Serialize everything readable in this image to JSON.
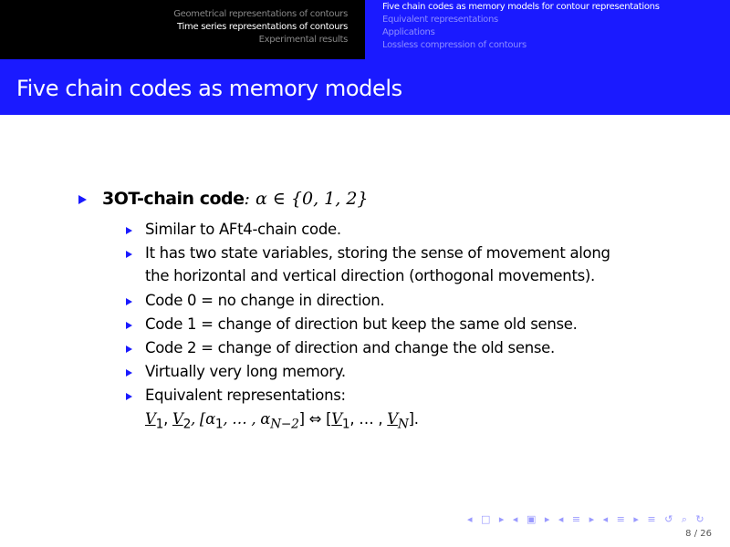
{
  "header": {
    "sections": [
      "Geometrical representations of contours",
      "Time series representations of contours",
      "Experimental results"
    ],
    "subsections": [
      "Five chain codes as memory models for contour representations",
      "Equivalent representations",
      "Applications",
      "Lossless compression of contours"
    ]
  },
  "title": "Five chain codes as memory models",
  "main": {
    "bullet_bold": "3OT-chain code",
    "bullet_math": ": α ∈ {0, 1, 2}",
    "items": [
      "Similar to AFt4-chain code.",
      "It has two state variables, storing the sense of movement along",
      "the horizontal and vertical direction (orthogonal movements).",
      "Code 0 = no change in direction.",
      "Code 1 = change of direction but keep the same old sense.",
      "Code 2 = change of direction and change the old sense.",
      "Virtually very long memory.",
      "Equivalent representations:"
    ],
    "equation": {
      "v1": "V",
      "s1": "1",
      "v2": "V",
      "s2": "2",
      "mid": ", [α",
      "a1": "1",
      ",…, α": ", … , α",
      "aN": "N−2",
      "arrow": "] ⇔ [",
      "v3": "V",
      "s3": "1",
      "dots": ", … , ",
      "v4": "V",
      "s4": "N",
      "end": "]."
    }
  },
  "footer": {
    "nav": "◂ □ ▸ ◂ ▣ ▸ ◂ ≡ ▸ ◂ ≡ ▸  ≡  ↺ ⌕ ↻",
    "page": "8 / 26"
  },
  "colors": {
    "accent": "#1a1aff"
  }
}
